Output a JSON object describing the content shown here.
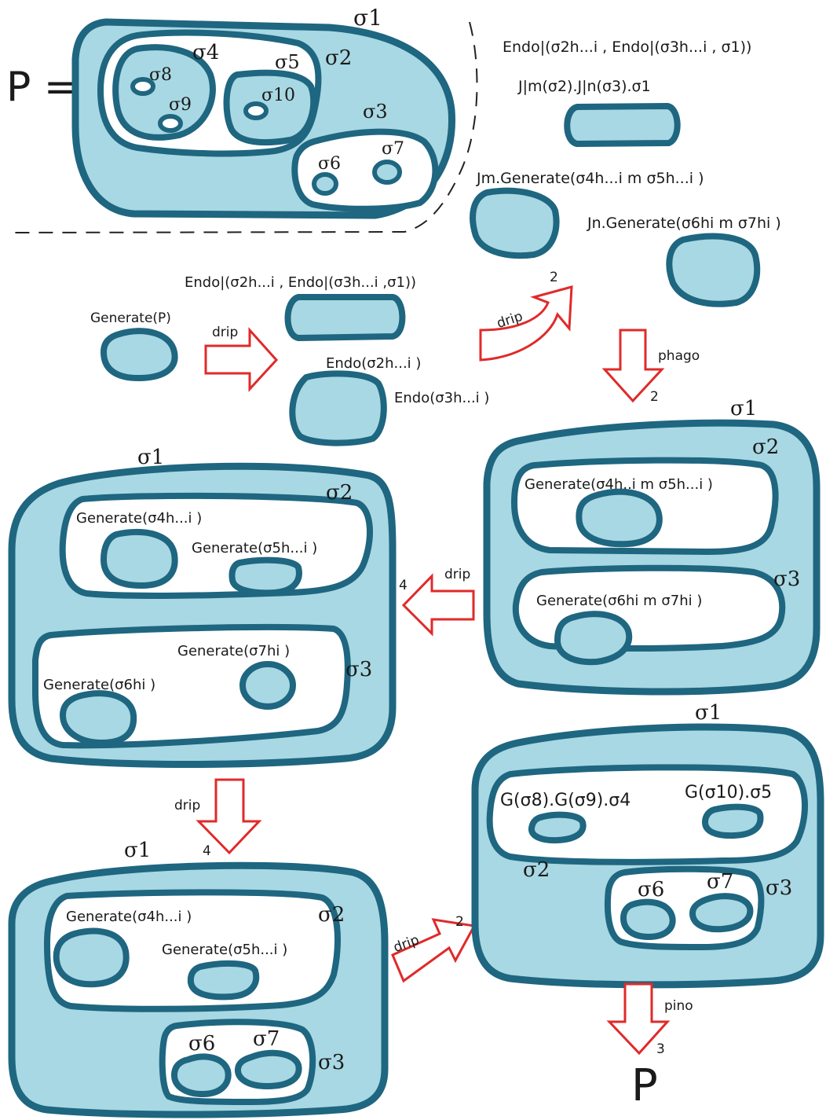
{
  "colors": {
    "membrane_stroke": "#1f6680",
    "membrane_fill": "#a8d8e3",
    "inner_fill": "#ffffff",
    "arrow_stroke": "#e02a2a",
    "dashed": "#222222",
    "text": "#1a1a1a"
  },
  "labels": {
    "p_equals": "P =",
    "s1_a": "σ1",
    "s2_a": "σ2",
    "s3_a": "σ3",
    "s4_a": "σ4",
    "s5_a": "σ5",
    "s6_a": "σ6",
    "s7_a": "σ7",
    "s8_a": "σ8",
    "s9_a": "σ9",
    "s10_a": "σ10",
    "endo_rule": "Endo|(σ2h...i , Endo|(σ3h...i , σ1))",
    "dissolve_rule": "J|m(σ2).J|n(σ3).σ1",
    "jm_generate": "Jm.Generate(σ4h...i m σ5h...i )",
    "jn_generate": "Jn.Generate(σ6hi m σ7hi )",
    "endo_rule_2": "Endo|(σ2h...i , Endo|(σ3h...i ,σ1))",
    "generate_p": "Generate(P)",
    "endo_s2": "Endo(σ2h...i )",
    "endo_s3": "Endo(σ3h...i )",
    "b2_s1": "σ1",
    "b2_s2": "σ2",
    "b2_s3": "σ3",
    "b2_gen_45": "Generate(σ4h..i m σ5h...i )",
    "b2_gen_67": "Generate(σ6hi m σ7hi )",
    "b3_s1": "σ1",
    "b3_s2": "σ2",
    "b3_s3": "σ3",
    "b3_gen_4": "Generate(σ4h...i )",
    "b3_gen_5": "Generate(σ5h...i )",
    "b3_gen_7": "Generate(σ7hi )",
    "b3_gen_6": "Generate(σ6hi )",
    "b4_s1": "σ1",
    "b4_s2": "σ2",
    "b4_s3": "σ3",
    "b4_s6": "σ6",
    "b4_s7": "σ7",
    "b4_gen_4": "Generate(σ4h...i )",
    "b4_gen_5": "Generate(σ5h...i )",
    "b5_s1": "σ1",
    "b5_s2": "σ2",
    "b5_s3": "σ3",
    "b5_s6": "σ6",
    "b5_s7": "σ7",
    "b5_g_left": "G(σ8).G(σ9).σ4",
    "b5_g_right": "G(σ10).σ5",
    "final_p": "P"
  },
  "arrows": {
    "drip_1": "drip",
    "drip_2": "drip",
    "drip_2_num": "2",
    "phago": "phago",
    "phago_num": "2",
    "drip_4": "drip",
    "drip_4_num": "4",
    "drip_down": "drip",
    "drip_down_num": "4",
    "drip_last": "drip",
    "drip_last_num": "2",
    "pino": "pino",
    "pino_num": "3"
  }
}
